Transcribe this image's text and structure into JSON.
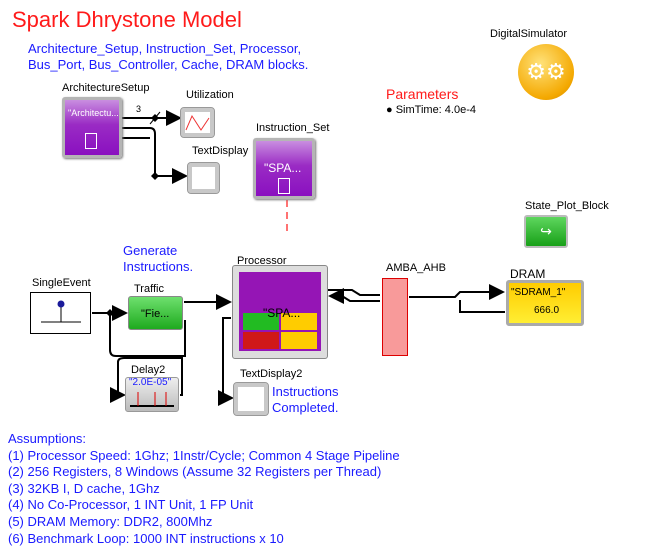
{
  "title": "Spark Dhrystone Model",
  "intro": [
    "Architecture_Setup, Instruction_Set, Processor,",
    "Bus_Port, Bus_Controller, Cache, DRAM blocks."
  ],
  "simulator": {
    "label": "DigitalSimulator",
    "icon": "gears-icon"
  },
  "parameters": {
    "label": "Parameters",
    "simtime": "SimTime: 4.0e-4"
  },
  "blocks": {
    "arch": {
      "label": "ArchitectureSetup",
      "value": "\"Architectu..."
    },
    "util": {
      "label": "Utilization"
    },
    "text1": {
      "label": "TextDisplay"
    },
    "iset": {
      "label": "Instruction_Set",
      "value": "\"SPA..."
    },
    "stateplot": {
      "label": "State_Plot_Block"
    },
    "single": {
      "label": "SingleEvent"
    },
    "traffic": {
      "label": "Traffic",
      "value": "\"Fie..."
    },
    "proc": {
      "label": "Processor",
      "value": "\"SPA..."
    },
    "text2": {
      "label": "TextDisplay2"
    },
    "delay": {
      "label": "Delay2",
      "value": "\"2.0E-05\""
    },
    "amba": {
      "label": "AMBA_AHB"
    },
    "dram": {
      "label": "DRAM",
      "value": "\"SDRAM_1\"",
      "speed": "666.0"
    }
  },
  "port_width": "3",
  "notes": {
    "generate": [
      "Generate",
      "Instructions."
    ],
    "completed": [
      "Instructions",
      "Completed."
    ]
  },
  "assumptions": [
    "Assumptions:",
    "(1) Processor Speed: 1Ghz; 1Instr/Cycle; Common 4 Stage Pipeline",
    "(2) 256 Registers, 8 Windows (Assume 32 Registers per Thread)",
    "(3) 32KB I, D cache, 1Ghz",
    "(4) No Co-Processor, 1 INT Unit, 1 FP Unit",
    "(5) DRAM Memory: DDR2, 800Mhz",
    "(6) Benchmark Loop: 1000 INT instructions x 10"
  ]
}
